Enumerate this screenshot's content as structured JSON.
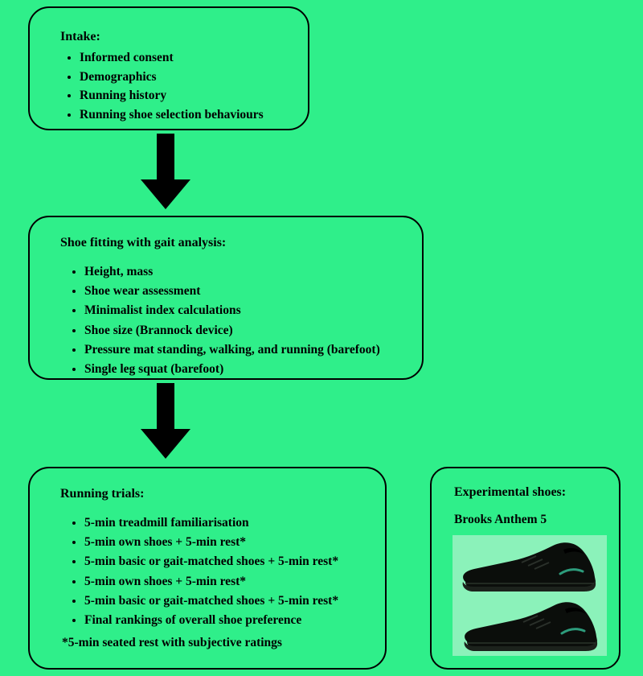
{
  "figure": {
    "background_color": "#2fef8a",
    "border_color": "#000000",
    "arrow_color": "#000000",
    "shoe_panel_color": "#8bf2ba",
    "boxes": [
      {
        "title": "Intake:",
        "items": [
          "Informed consent",
          "Demographics",
          "Running history",
          "Running shoe selection behaviours"
        ]
      },
      {
        "title": "Shoe fitting with gait analysis:",
        "items": [
          "Height, mass",
          "Shoe wear assessment",
          "Minimalist index calculations",
          "Shoe size (Brannock device)",
          "Pressure mat standing, walking, and running (barefoot)",
          "Single leg squat (barefoot)"
        ]
      },
      {
        "title": "Running trials:",
        "items": [
          "5-min treadmill familiarisation",
          "5-min own shoes + 5-min rest*",
          "5-min basic or gait-matched shoes + 5-min rest*",
          "5-min own shoes + 5-min rest*",
          "5-min basic or gait-matched shoes + 5-min rest*",
          "Final rankings of overall shoe preference"
        ],
        "footnote": "*5-min seated rest with subjective ratings"
      },
      {
        "title": "Experimental shoes:",
        "subtitle": "Brooks Anthem 5"
      }
    ]
  }
}
